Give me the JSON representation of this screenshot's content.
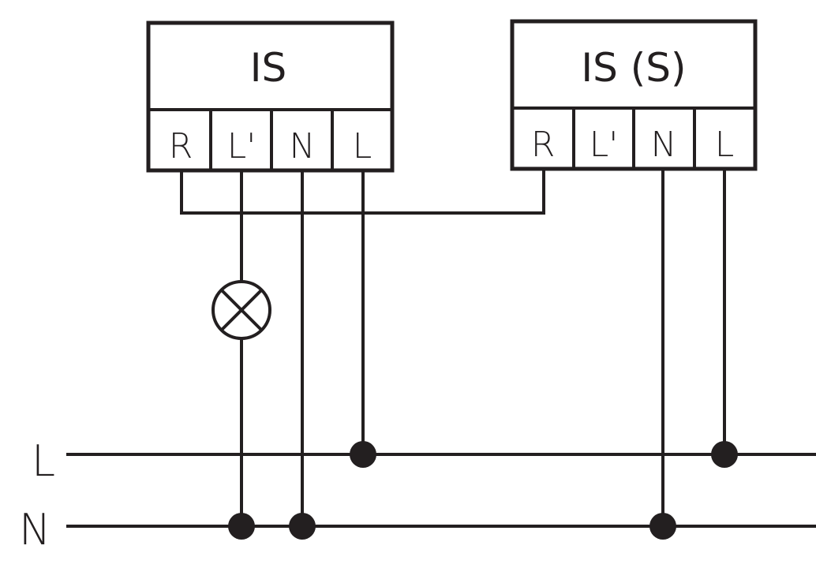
{
  "devices": {
    "left": {
      "title": "IS",
      "terminals": [
        "R",
        "L'",
        "N",
        "L"
      ]
    },
    "right": {
      "title": "IS (S)",
      "terminals": [
        "R",
        "L'",
        "N",
        "L"
      ]
    }
  },
  "bus": {
    "line_label": "L",
    "neutral_label": "N"
  },
  "colors": {
    "line": "#231f20",
    "background": "#ffffff"
  },
  "icons": {
    "lamp": "lamp-icon"
  }
}
